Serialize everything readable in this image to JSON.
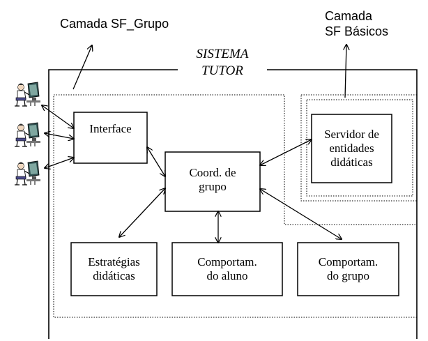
{
  "layer_labels": {
    "group_layer": "Camada SF_Grupo",
    "basic_layer": "Camada\nSF  Básicos"
  },
  "system_title": "SISTEMA\nTUTOR",
  "modules": {
    "interface": "Interface",
    "group_coordinator": "Coord.  de\ngrupo",
    "entity_server": "Servidor de\nentidades\ndidáticas",
    "strategies": "Estratégias\ndidáticas",
    "student_behavior": "Comportam.\ndo aluno",
    "group_behavior": "Comportam.\ndo grupo"
  },
  "users": [
    {
      "icon": "student-at-computer-icon"
    },
    {
      "icon": "student-at-computer-icon"
    },
    {
      "icon": "student-at-computer-icon"
    }
  ]
}
